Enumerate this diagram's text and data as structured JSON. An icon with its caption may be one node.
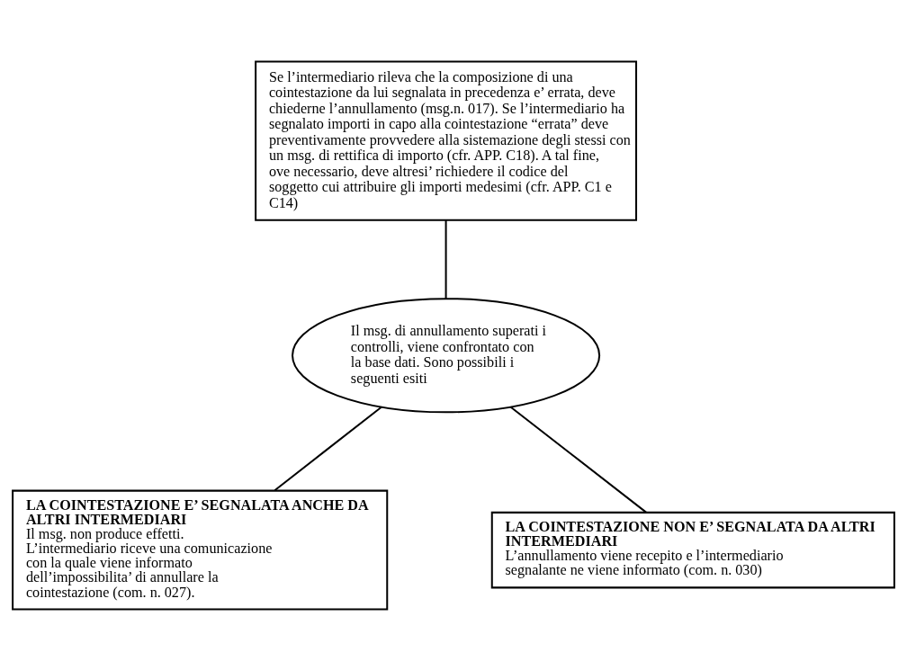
{
  "diagram": {
    "nodes": [
      {
        "text": [
          "Se l’intermediario rileva che la composizione di una cointestazione da lui segnalata in precedenza e’ errata, deve chiederne l’annullamento (msg.n. 017). Se l’intermediario ha segnalato importi in capo alla cointestazione “errata” deve preventivamente provvedere alla sistemazione degli stessi con un msg. di rettifica di importo (cfr. APP. C18). A tal fine, ove necessario, deve altresi’ richiedere il codice del soggetto cui attribuire gli importi medesimi (cfr. APP. C1 e C14)"
        ]
      },
      {
        "text": [
          "Il msg. di annullamento superati i controlli, viene confrontato con la base dati. Sono possibili i seguenti esiti"
        ]
      },
      {
        "text": [
          "LA COINTESTAZIONE E’ SEGNALATA ANCHE DA ALTRI INTERMEDIARI",
          "Il msg. non produce effetti. L’intermediario riceve una comunicazione con la quale viene informato dell’impossibilita’ di annullare la cointestazione (com. n. 027)."
        ]
      },
      {
        "text": [
          "LA COINTESTAZIONE NON E’ SEGNALATA DA ALTRI INTERMEDIARI",
          "L’annullamento viene recepito e l’intermediario segnalante ne viene informato (com. n. 030)"
        ]
      }
    ],
    "edges": [
      {
        "from": 0,
        "to": 1,
        "arrow": "none"
      },
      {
        "from": 1,
        "to": 2,
        "arrow": "none"
      },
      {
        "from": 1,
        "to": 3,
        "arrow": "none"
      }
    ]
  }
}
